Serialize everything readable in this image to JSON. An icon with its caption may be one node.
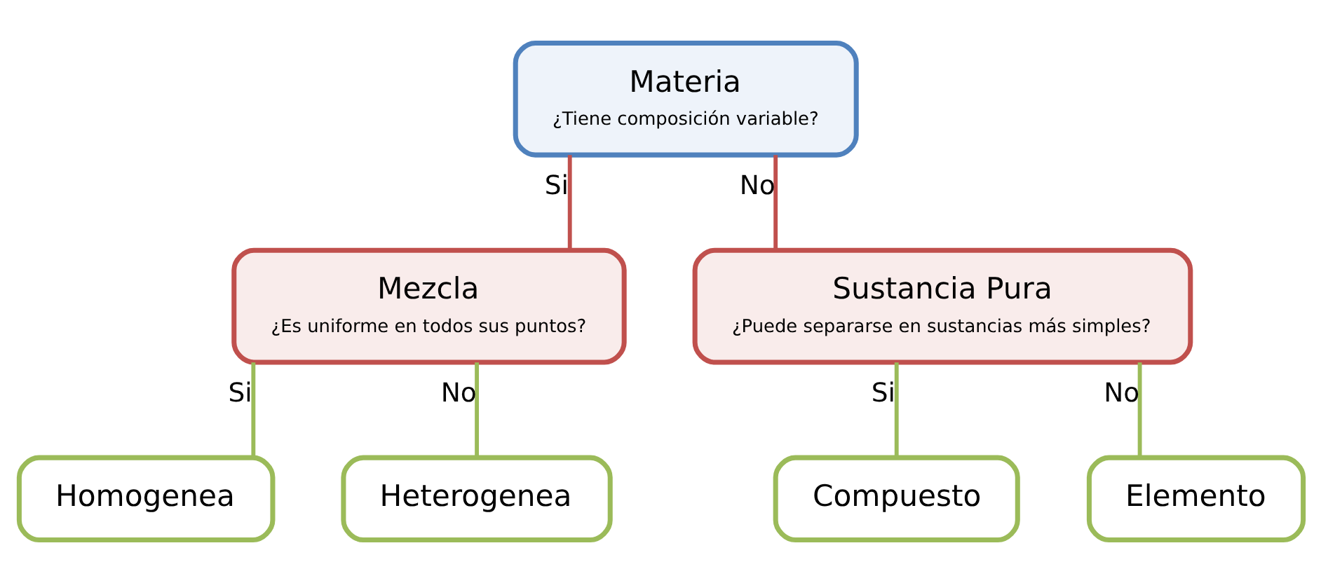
{
  "diagram": {
    "nodes": [
      {
        "text": [
          "Materia",
          "¿Tiene composición variable?"
        ]
      },
      {
        "text": [
          "Mezcla",
          "¿Es uniforme en todos sus puntos?"
        ]
      },
      {
        "text": [
          "Sustancia Pura",
          "¿Puede separarse en sustancias más simples?"
        ]
      },
      {
        "text": [
          "Homogenea"
        ]
      },
      {
        "text": [
          "Heterogenea"
        ]
      },
      {
        "text": [
          "Compuesto"
        ]
      },
      {
        "text": [
          "Elemento"
        ]
      }
    ],
    "edges": [
      {
        "from": 0,
        "to": 1,
        "arrow": "none",
        "label": "Si",
        "color": "#c0504d"
      },
      {
        "from": 0,
        "to": 2,
        "arrow": "none",
        "label": "No",
        "color": "#c0504d"
      },
      {
        "from": 1,
        "to": 3,
        "arrow": "none",
        "label": "Si"
      },
      {
        "from": 1,
        "to": 4,
        "arrow": "none",
        "label": "No"
      },
      {
        "from": 2,
        "to": 5,
        "arrow": "none",
        "label": "Si"
      },
      {
        "from": 2,
        "to": 6,
        "arrow": "none",
        "label": "No"
      }
    ]
  }
}
